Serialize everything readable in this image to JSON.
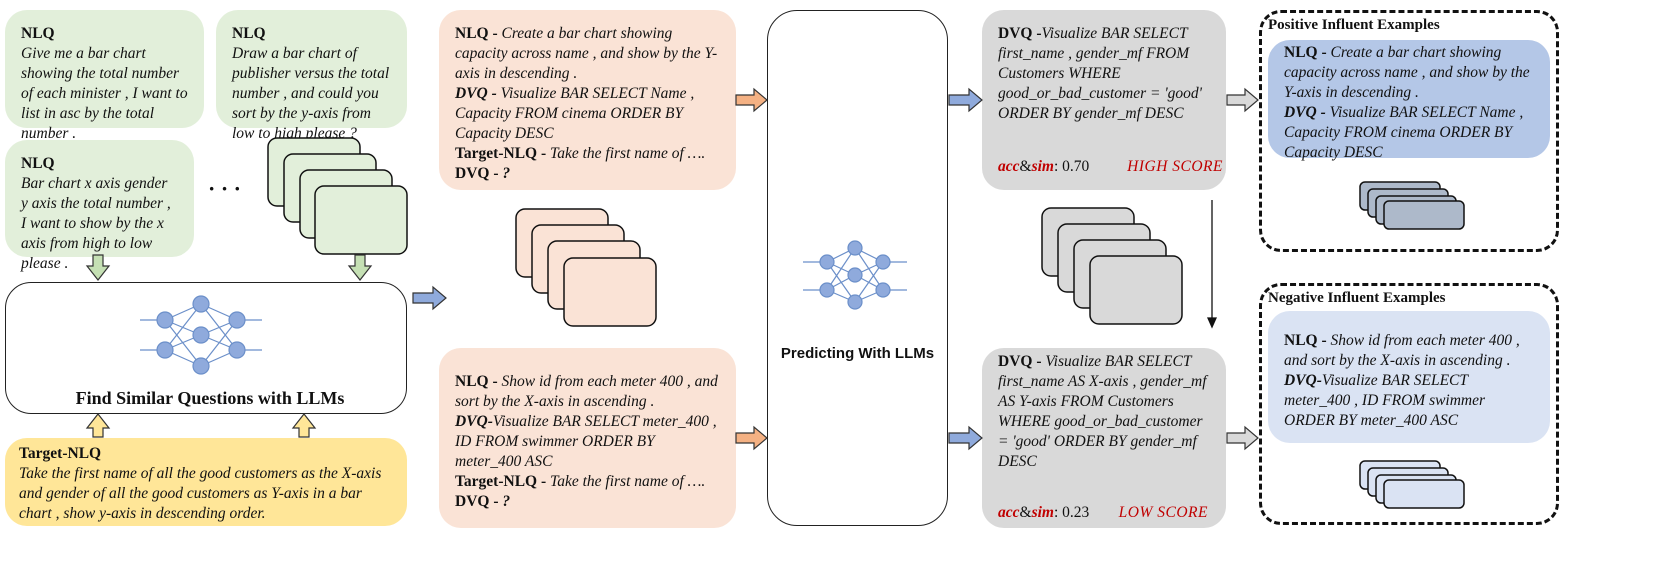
{
  "left": {
    "nlq1": {
      "label": "NLQ",
      "text": "Give me a bar chart showing the total number of each minister , I want to list in asc by the total number ."
    },
    "nlq2": {
      "label": "NLQ",
      "text": "Draw a bar chart of publisher versus the total number , and could you sort by the y-axis from low to high please ?"
    },
    "nlq3": {
      "label": "NLQ",
      "text": "Bar chart x axis gender y axis the total number , I want to show by the x axis from high to low please ."
    },
    "ellipsis": "· · ·",
    "find_panel_title": "Find Similar Questions with LLMs",
    "target": {
      "label": "Target-NLQ",
      "text": "Take the first name of all the good customers as the X-axis and gender of all the good customers as Y-axis in a bar chart , show y-axis in descending order."
    }
  },
  "middle": {
    "top": {
      "nlq_label": "NLQ - ",
      "nlq_text": "Create a bar chart showing capacity across name , and show by the Y-axis in descending .",
      "dvq_label": "DVQ - ",
      "dvq_text": "Visualize BAR SELECT Name , Capacity FROM cinema ORDER BY Capacity DESC",
      "target_label": "Target-NLQ - ",
      "target_text": "Take the first name of ….",
      "dvq2_label": "DVQ - ",
      "dvq2_text": "?"
    },
    "bottom": {
      "nlq_label": "NLQ - ",
      "nlq_text": "Show id from each meter 400 , and sort by the X-axis in ascending .",
      "dvq_label": "DVQ-",
      "dvq_text": "Visualize BAR SELECT meter_400 , ID FROM swimmer ORDER BY meter_400 ASC",
      "target_label": "Target-NLQ - ",
      "target_text": "Take the first name of ….",
      "dvq2_label": "DVQ - ",
      "dvq2_text": "?"
    }
  },
  "center_panel": {
    "title": "Predicting With LLMs"
  },
  "right": {
    "high": {
      "dvq_label": "DVQ -",
      "dvq_text": "Visualize BAR SELECT first_name , gender_mf FROM Customers WHERE good_or_bad_customer = 'good' ORDER BY gender_mf DESC",
      "metric_a": "acc",
      "metric_amp": "&",
      "metric_b": "sim",
      "metric_colon": ": ",
      "score": "0.70",
      "tag": "HIGH SCORE"
    },
    "low": {
      "dvq_label": "DVQ - ",
      "dvq_text": "Visualize BAR SELECT first_name AS X-axis , gender_mf AS Y-axis FROM Customers WHERE good_or_bad_customer = 'good' ORDER BY gender_mf DESC",
      "metric_a": "acc",
      "metric_amp": "&",
      "metric_b": "sim",
      "metric_colon": ": ",
      "score": "0.23",
      "tag": "LOW SCORE"
    }
  },
  "positive": {
    "title": "Positive Influent Examples",
    "nlq_label": "NLQ - ",
    "nlq_text": "Create a bar chart showing capacity across name , and show by the Y-axis in descending .",
    "dvq_label": "DVQ - ",
    "dvq_text": "Visualize BAR SELECT Name , Capacity FROM cinema ORDER BY Capacity DESC"
  },
  "negative": {
    "title": "Negative Influent Examples",
    "nlq_label": "NLQ - ",
    "nlq_text": "Show id from each meter 400 , and sort by the X-axis in ascending .",
    "dvq_label": "DVQ-",
    "dvq_text": "Visualize BAR SELECT meter_400 , ID FROM swimmer ORDER BY meter_400 ASC"
  },
  "colors": {
    "green": "#e2efda",
    "peach": "#fae3d6",
    "grey": "#d9d9d9",
    "yellow": "#ffe698",
    "blue": "#b4c7e7",
    "light_blue": "#dae3f3",
    "score_red": "#c00000",
    "node_blue": "#8faadc"
  }
}
